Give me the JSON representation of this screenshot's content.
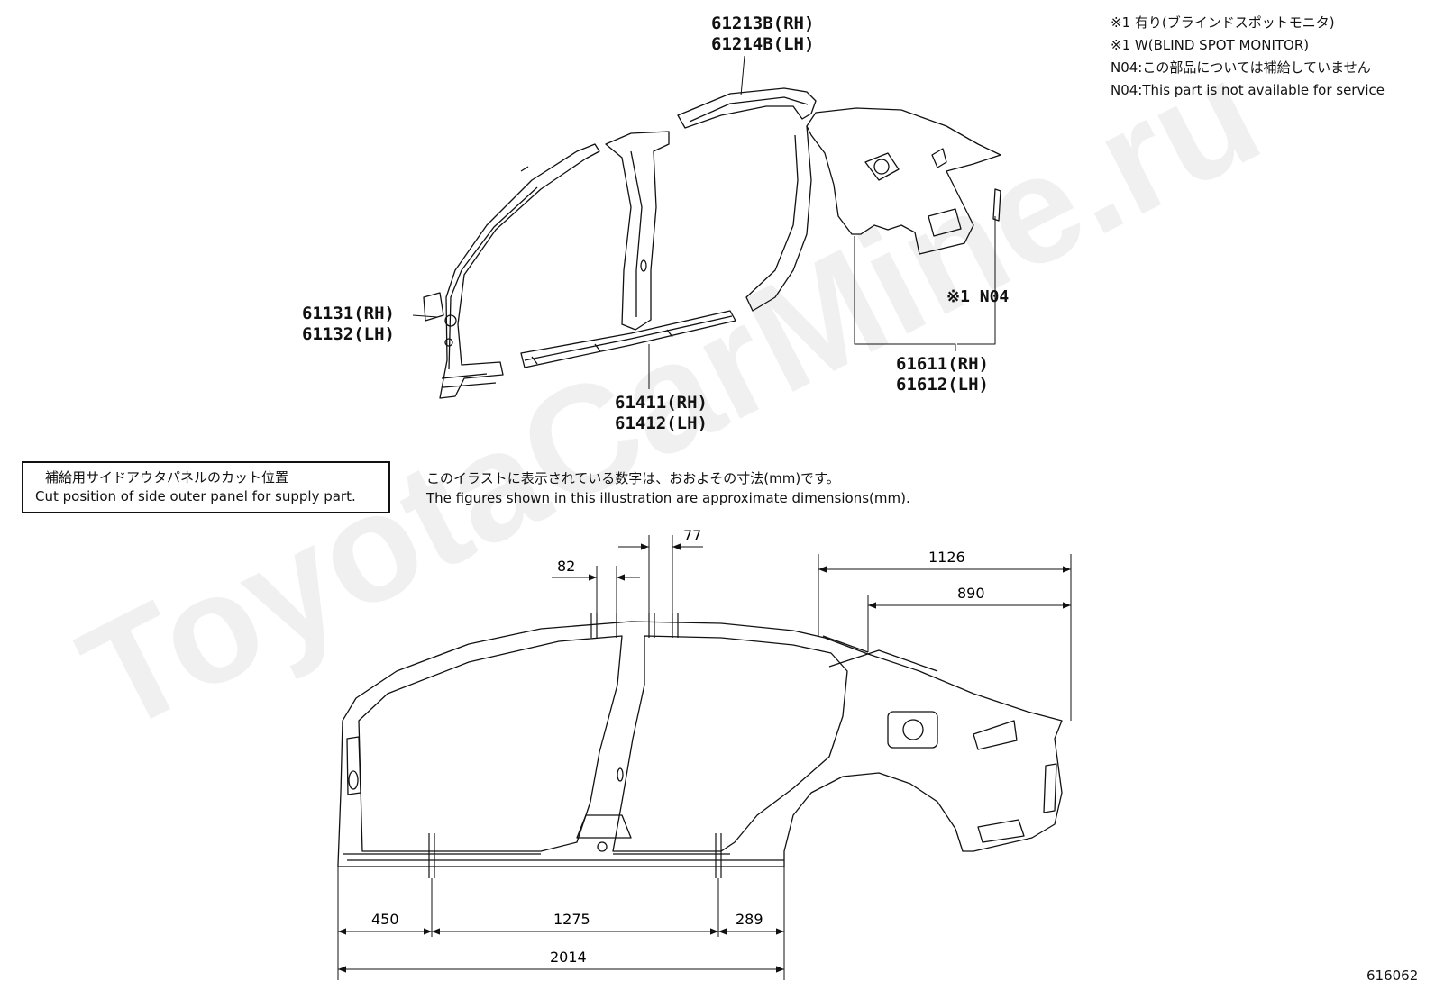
{
  "notes": [
    "※1 有り(ブラインドスポットモニタ)",
    "※1 W(BLIND SPOT MONITOR)",
    "N04:この部品については補給していません",
    "N04:This part is not available for service"
  ],
  "parts": {
    "roof_side": [
      "61213B(RH)",
      "61214B(LH)"
    ],
    "front_pillar": [
      "61131(RH)",
      "61132(LH)"
    ],
    "rocker": [
      "61411(RH)",
      "61412(LH)"
    ],
    "quarter": [
      "61611(RH)",
      "61612(LH)"
    ],
    "callout": "※1 N04"
  },
  "cut_box": {
    "jp": "補給用サイドアウタパネルのカット位置",
    "en": "Cut position of side outer panel for supply part."
  },
  "approx_note": {
    "jp": "このイラストに表示されている数字は、おおよその寸法(mm)です。",
    "en": "The figures shown in this illustration are approximate dimensions(mm)."
  },
  "dimensions": {
    "d77": "77",
    "d82": "82",
    "d1126": "1126",
    "d890": "890",
    "d450": "450",
    "d1275": "1275",
    "d289": "289",
    "d2014": "2014"
  },
  "watermark": "ToyotaCarMine.ru",
  "figure_id": "616062"
}
